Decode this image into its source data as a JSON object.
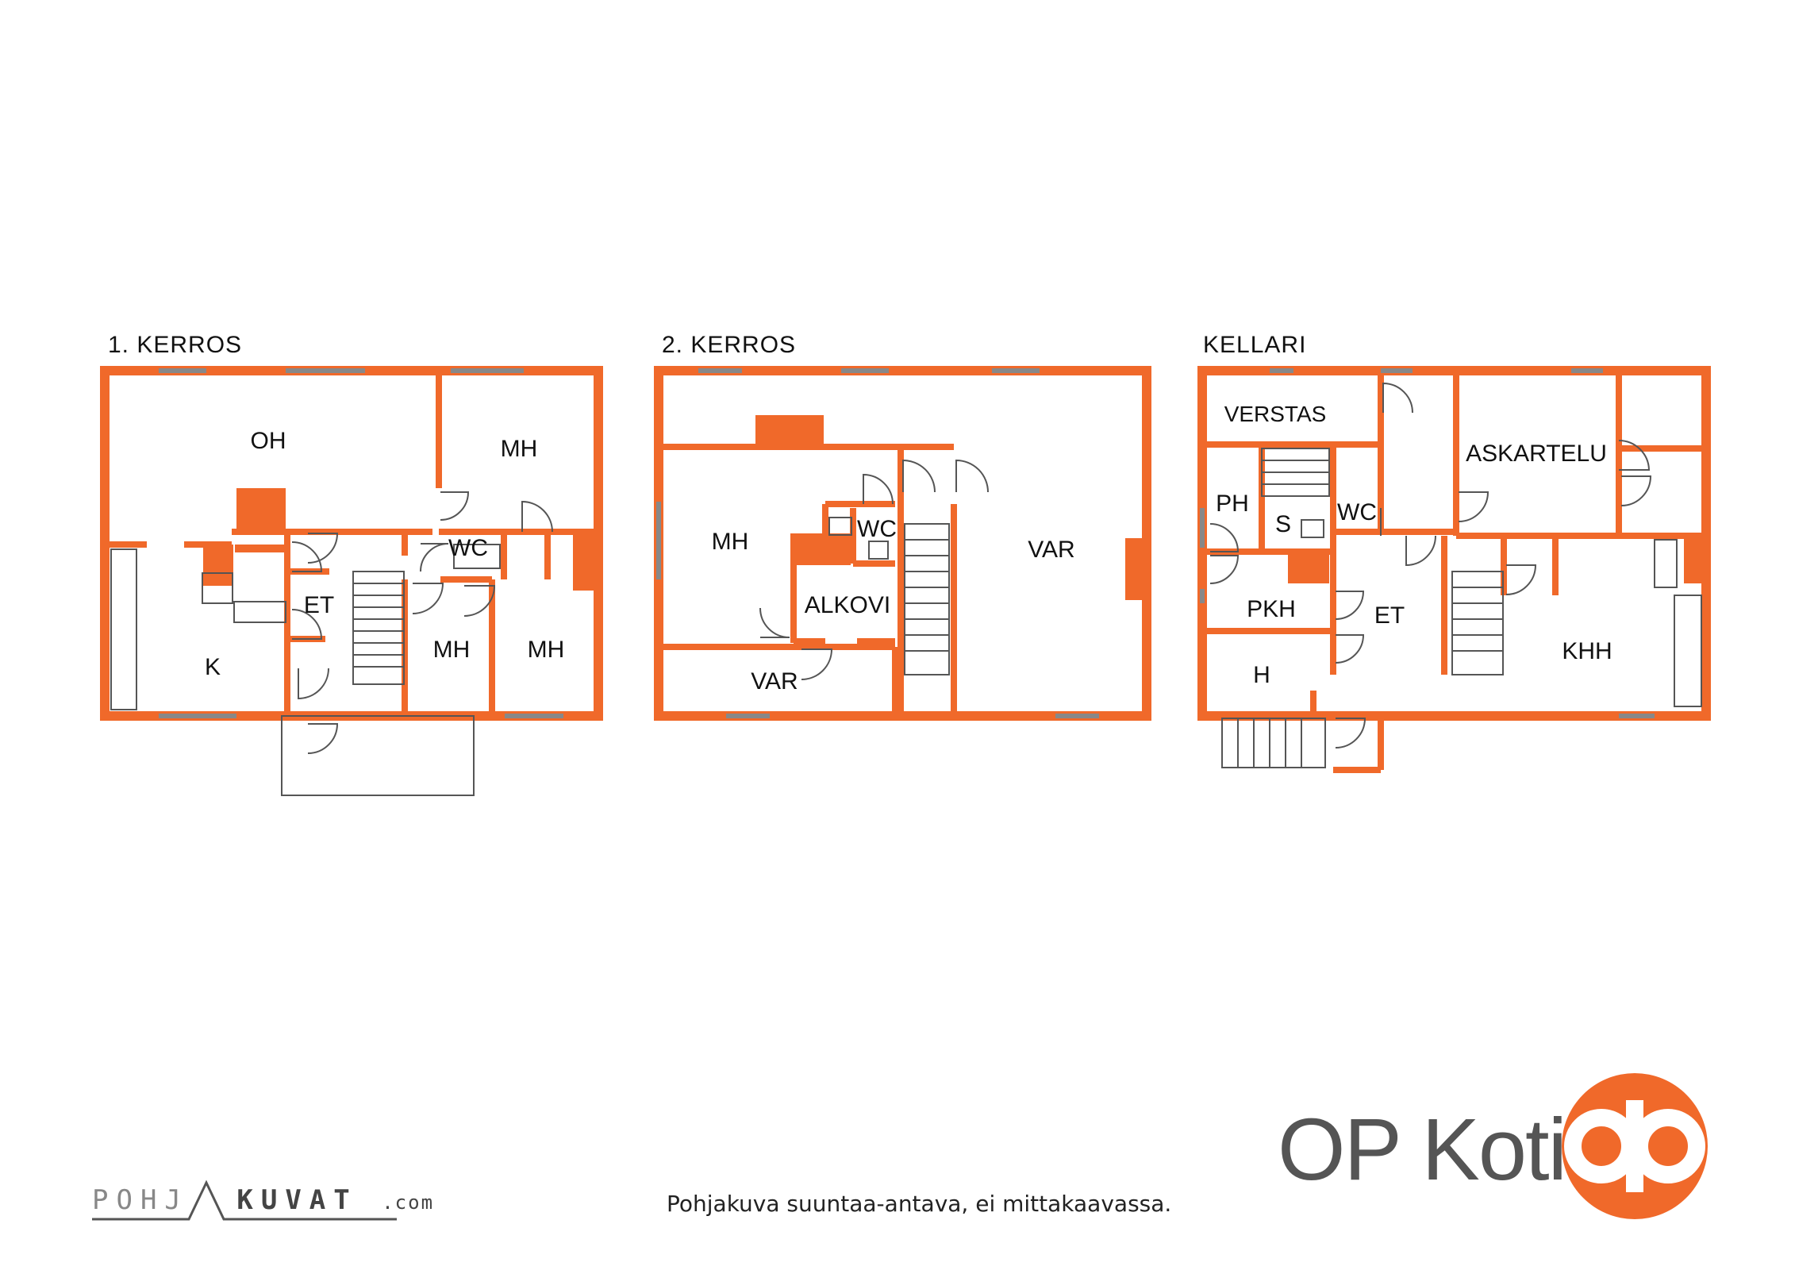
{
  "floors": [
    {
      "title": "1. KERROS",
      "rooms": [
        "OH",
        "MH",
        "WC",
        "ET",
        "K",
        "MH",
        "MH"
      ]
    },
    {
      "title": "2. KERROS",
      "rooms": [
        "MH",
        "WC",
        "ALKOVI",
        "VAR",
        "VAR"
      ]
    },
    {
      "title": "KELLARI",
      "rooms": [
        "VERSTAS",
        "ASKARTELU",
        "PH",
        "S",
        "WC",
        "PKH",
        "ET",
        "H",
        "KHH"
      ]
    }
  ],
  "disclaimer": "Pohjakuva suuntaa-antava, ei mittakaavassa.",
  "brand": "OP Koti",
  "credit": {
    "left": "POHJ",
    "right": "KUVAT",
    "suffix": ".com"
  },
  "colors": {
    "wall": "#f0692a",
    "text": "#111111",
    "brand_gray": "#555555"
  }
}
